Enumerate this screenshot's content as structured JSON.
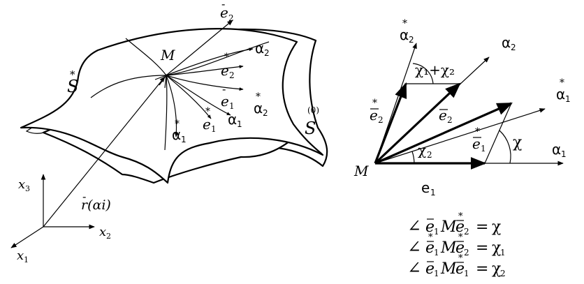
{
  "left_figure": {
    "surface_star_label": "S",
    "surface_star_mark": "*",
    "surface_zero_label": "S",
    "surface_zero_mark": "(0)",
    "point_label": "M",
    "vec_e2_label": "e",
    "vec_e2_sub": "2",
    "vec_e2star_label": "e",
    "vec_e2star_sub": "2",
    "vec_e1_label": "e",
    "vec_e1_sub": "1",
    "vec_e1star_label": "e",
    "vec_e1star_sub": "1",
    "alpha2_label": "α",
    "alpha2_sub": "2",
    "alpha2star_label": "α",
    "alpha2star_sub": "2",
    "alpha1_label": "α",
    "alpha1_sub": "1",
    "alpha1star_label": "α",
    "alpha1star_sub": "1",
    "radius_vector_label": "r(αi)",
    "axis_x1": "x",
    "axis_x1_sub": "1",
    "axis_x2": "x",
    "axis_x2_sub": "2",
    "axis_x3": "x",
    "axis_x3_sub": "3",
    "star_mark": "*",
    "bar_mark": "-"
  },
  "right_figure": {
    "point_label": "M",
    "alpha2star_label": "α",
    "alpha2star_sub": "2",
    "alpha2_label": "α",
    "alpha2_sub": "2",
    "alpha1star_label": "α",
    "alpha1star_sub": "1",
    "alpha1_label": "α",
    "alpha1_sub": "1",
    "angle_sum_label": "χ₁+χ₂",
    "angle_chi_label": "χ",
    "angle_chi2_label": "χ",
    "angle_chi2_sub": "2",
    "vec_e2star_label": "e",
    "vec_e2star_sub": "2",
    "vec_e2_label": "e",
    "vec_e2_sub": "2",
    "vec_e1star_label": "e",
    "vec_e1star_sub": "1",
    "vec_e1_label": "e",
    "vec_e1_sub": "1",
    "star_mark": "*"
  },
  "equations": [
    {
      "angle": "∠",
      "a": "e",
      "a_sub": "1",
      "a_star": false,
      "mid": "M",
      "b": "e",
      "b_sub": "2",
      "eq": "=",
      "rhs": "χ",
      "rhs_sub": ""
    },
    {
      "angle": "∠",
      "a": "e",
      "a_sub": "1",
      "a_star": true,
      "mid": "M",
      "b": "e",
      "b_sub": "2",
      "eq": "=",
      "rhs": "χ",
      "rhs_sub": "1"
    },
    {
      "angle": "∠",
      "a": "e",
      "a_sub": "1",
      "a_star": false,
      "mid": "M",
      "b": "e",
      "b_sub": "1",
      "eq": "=",
      "rhs": "χ",
      "rhs_sub": "2"
    }
  ]
}
